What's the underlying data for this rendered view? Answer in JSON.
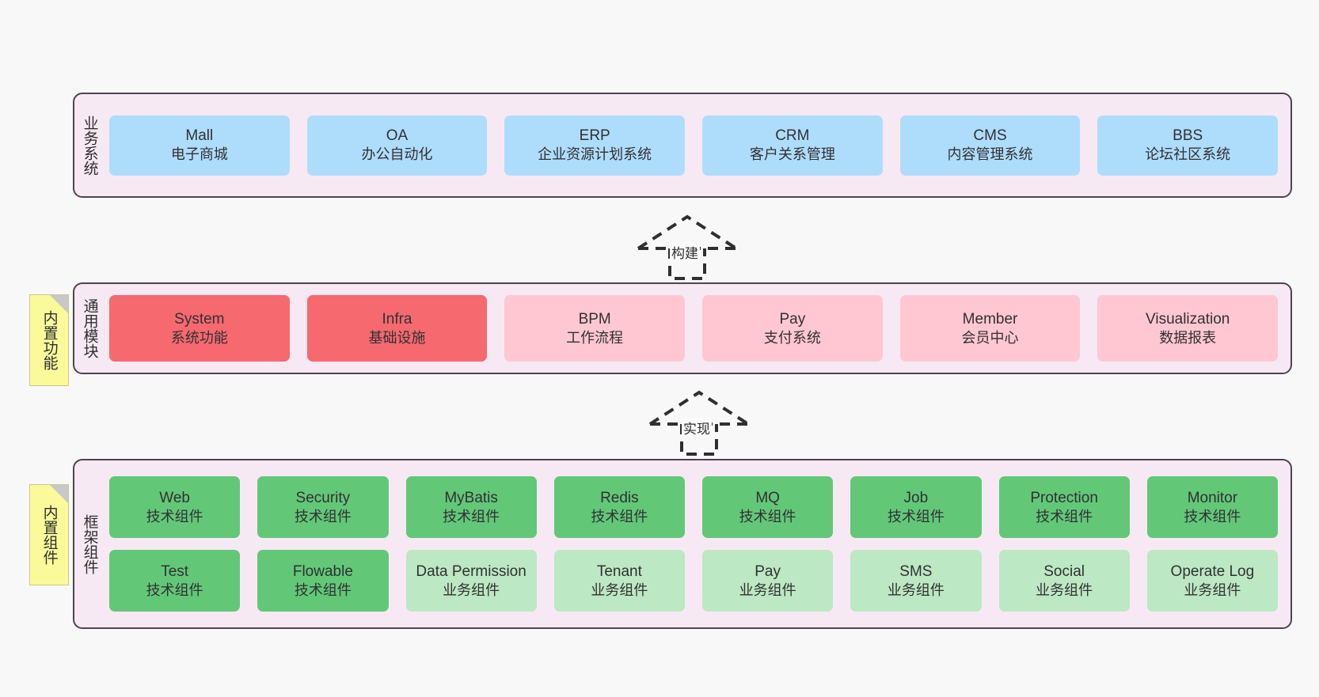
{
  "diagram": {
    "background_color": "#F8F8F8",
    "layers": [
      {
        "id": "business",
        "title": "业务系统",
        "container_color": "#F7E9F3",
        "rows": [
          {
            "cards": [
              {
                "title": "Mall",
                "subtitle": "电子商城",
                "color": "#AEDDFC"
              },
              {
                "title": "OA",
                "subtitle": "办公自动化",
                "color": "#AEDDFC"
              },
              {
                "title": "ERP",
                "subtitle": "企业资源计划系统",
                "color": "#AEDDFC"
              },
              {
                "title": "CRM",
                "subtitle": "客户关系管理",
                "color": "#AEDDFC"
              },
              {
                "title": "CMS",
                "subtitle": "内容管理系统",
                "color": "#AEDDFC"
              },
              {
                "title": "BBS",
                "subtitle": "论坛社区系统",
                "color": "#AEDDFC"
              }
            ]
          }
        ]
      },
      {
        "id": "modules",
        "title": "通用模块",
        "note": "内置功能",
        "container_color": "#F7E9F3",
        "rows": [
          {
            "cards": [
              {
                "title": "System",
                "subtitle": "系统功能",
                "color": "#F5696F"
              },
              {
                "title": "Infra",
                "subtitle": "基础设施",
                "color": "#F5696F"
              },
              {
                "title": "BPM",
                "subtitle": "工作流程",
                "color": "#FFC7D1"
              },
              {
                "title": "Pay",
                "subtitle": "支付系统",
                "color": "#FFC7D1"
              },
              {
                "title": "Member",
                "subtitle": "会员中心",
                "color": "#FFC7D1"
              },
              {
                "title": "Visualization",
                "subtitle": "数据报表",
                "color": "#FFC7D1"
              }
            ]
          }
        ]
      },
      {
        "id": "framework",
        "title": "框架组件",
        "note": "内置组件",
        "container_color": "#F7E9F3",
        "rows": [
          {
            "cards": [
              {
                "title": "Web",
                "subtitle": "技术组件",
                "color": "#62C878"
              },
              {
                "title": "Security",
                "subtitle": "技术组件",
                "color": "#62C878"
              },
              {
                "title": "MyBatis",
                "subtitle": "技术组件",
                "color": "#62C878"
              },
              {
                "title": "Redis",
                "subtitle": "技术组件",
                "color": "#62C878"
              },
              {
                "title": "MQ",
                "subtitle": "技术组件",
                "color": "#62C878"
              },
              {
                "title": "Job",
                "subtitle": "技术组件",
                "color": "#62C878"
              },
              {
                "title": "Protection",
                "subtitle": "技术组件",
                "color": "#62C878"
              },
              {
                "title": "Monitor",
                "subtitle": "技术组件",
                "color": "#62C878"
              }
            ]
          },
          {
            "cards": [
              {
                "title": "Test",
                "subtitle": "技术组件",
                "color": "#62C878"
              },
              {
                "title": "Flowable",
                "subtitle": "技术组件",
                "color": "#62C878"
              },
              {
                "title": "Data Permission",
                "subtitle": "业务组件",
                "color": "#BCE8C4"
              },
              {
                "title": "Tenant",
                "subtitle": "业务组件",
                "color": "#BCE8C4"
              },
              {
                "title": "Pay",
                "subtitle": "业务组件",
                "color": "#BCE8C4"
              },
              {
                "title": "SMS",
                "subtitle": "业务组件",
                "color": "#BCE8C4"
              },
              {
                "title": "Social",
                "subtitle": "业务组件",
                "color": "#BCE8C4"
              },
              {
                "title": "Operate Log",
                "subtitle": "业务组件",
                "color": "#BCE8C4"
              }
            ]
          }
        ]
      }
    ],
    "connectors": [
      {
        "id": "build",
        "label": "构建",
        "style": "dashed-hollow-arrow-up"
      },
      {
        "id": "implement",
        "label": "实现",
        "style": "dashed-hollow-arrow-up"
      }
    ]
  }
}
